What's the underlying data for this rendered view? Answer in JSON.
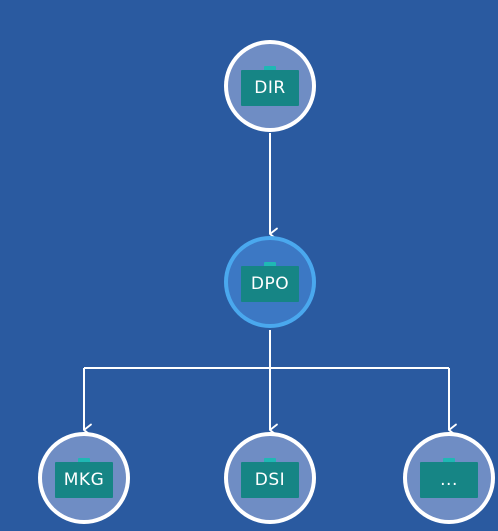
{
  "colors": {
    "background": "#2a5aa0",
    "node_fill": "#6f8dc4",
    "node_ring": "#ffffff",
    "highlight_fill": "#3c78c4",
    "highlight_ring": "#4aa8ee",
    "badge_fill": "#168585",
    "badge_tab": "#1fb8b4",
    "connector": "#ffffff"
  },
  "diagram": {
    "nodes": [
      {
        "id": "dir",
        "label": "DIR",
        "icon": "briefcase-icon",
        "highlighted": false
      },
      {
        "id": "dpo",
        "label": "DPO",
        "icon": "briefcase-icon",
        "highlighted": true
      },
      {
        "id": "mkg",
        "label": "MKG",
        "icon": "briefcase-icon",
        "highlighted": false
      },
      {
        "id": "dsi",
        "label": "DSI",
        "icon": "briefcase-icon",
        "highlighted": false
      },
      {
        "id": "more",
        "label": "...",
        "icon": "briefcase-icon",
        "highlighted": false
      }
    ],
    "edges": [
      {
        "from": "dir",
        "to": "dpo"
      },
      {
        "from": "dpo",
        "to": "mkg"
      },
      {
        "from": "dpo",
        "to": "dsi"
      },
      {
        "from": "dpo",
        "to": "more"
      }
    ]
  }
}
